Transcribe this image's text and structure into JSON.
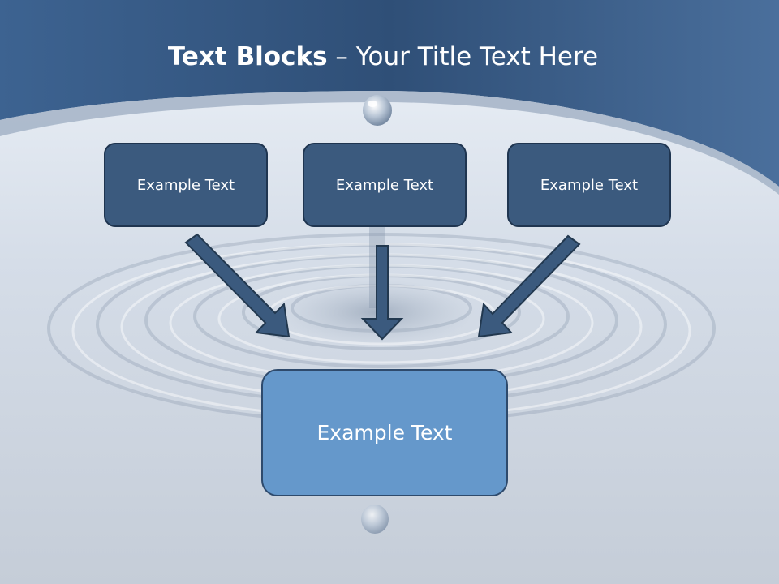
{
  "slide": {
    "title_bold": "Text Blocks",
    "title_dash": " – ",
    "title_rest": "Your Title Text Here"
  },
  "top_blocks": [
    {
      "text": "Example Text"
    },
    {
      "text": "Example Text"
    },
    {
      "text": "Example Text"
    }
  ],
  "bottom_block": {
    "text": "Example Text"
  },
  "colors": {
    "header_blue": "#3f6594",
    "top_box_fill": "#3b5a7e",
    "bottom_box_fill": "#6598cb",
    "arrow_fill": "#3b5a7e",
    "water": "#d7dee8"
  }
}
